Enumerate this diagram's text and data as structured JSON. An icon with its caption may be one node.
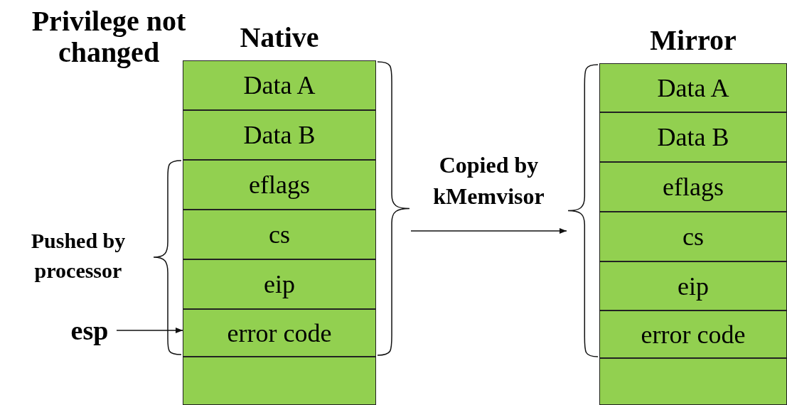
{
  "diagram": {
    "nodes": [
      {
        "text": [
          "Native"
        ]
      },
      {
        "text": [
          "Data A"
        ],
        "in": 0
      },
      {
        "text": [
          "Data B"
        ],
        "in": 0
      },
      {
        "text": [
          "eflags"
        ],
        "in": 0
      },
      {
        "text": [
          "cs"
        ],
        "in": 0
      },
      {
        "text": [
          "eip"
        ],
        "in": 0
      },
      {
        "text": [
          "error code"
        ],
        "in": 0
      },
      {
        "text": [],
        "shape": "box",
        "in": 0
      },
      {
        "text": [],
        "shape": "brace"
      },
      {
        "text": [],
        "shape": "brace"
      },
      {
        "text": [
          "Mirror"
        ]
      },
      {
        "text": [
          "Data A"
        ],
        "in": 10
      },
      {
        "text": [
          "Data B"
        ],
        "in": 10
      },
      {
        "text": [
          "eflags"
        ],
        "in": 10
      },
      {
        "text": [
          "cs"
        ],
        "in": 10
      },
      {
        "text": [
          "eip"
        ],
        "in": 10
      },
      {
        "text": [
          "error code"
        ],
        "in": 10
      },
      {
        "text": [],
        "shape": "box",
        "in": 10
      },
      {
        "text": [
          "esp"
        ]
      }
    ],
    "edges": [
      {
        "from": 8,
        "to": 9,
        "arrow": "to",
        "label": "Copied by kMemvisor"
      },
      {
        "from": 18,
        "to": 6,
        "arrow": "to"
      }
    ],
    "labels": [
      "Privilege not changed",
      "Pushed by processor"
    ]
  }
}
